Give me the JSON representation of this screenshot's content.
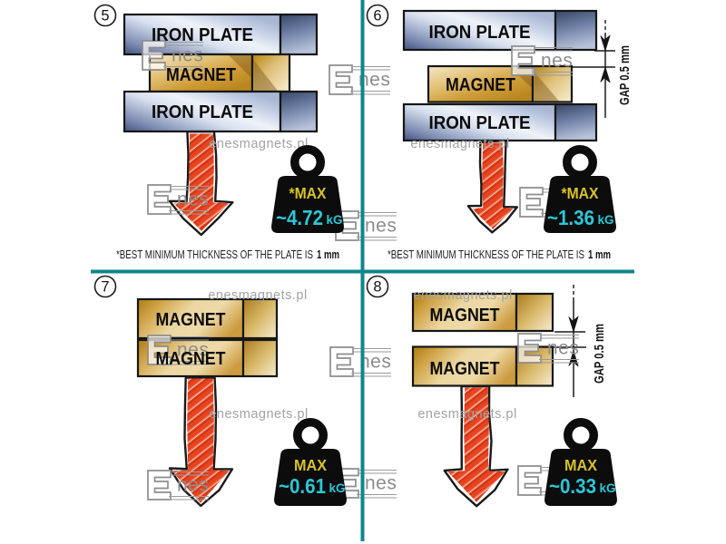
{
  "watermarks": {
    "brand_short": "nes",
    "site": "enesmagnets.pl"
  },
  "colors": {
    "divider_teal": "#0e868c",
    "arrow_red": "#e8431f",
    "max_label_yellow": "#d8c32a",
    "value_cyan": "#2cc6d8",
    "plate_steel_dark": "#46567f",
    "plate_steel_light": "#eef2f9",
    "magnet_gold": "#d8ad55",
    "magnet_cream": "#f3e7c5",
    "outline_black": "#161616",
    "watermark_gray": "#9a9a9a"
  },
  "quadrants": [
    {
      "number": "5",
      "bars": [
        "IRON PLATE",
        "MAGNET",
        "IRON PLATE"
      ],
      "weight": {
        "label": "*MAX",
        "value": "~4.72",
        "unit": "kG"
      },
      "caption": {
        "text": "*BEST MINIMUM THICKNESS OF THE PLATE IS",
        "bold": "1 mm"
      }
    },
    {
      "number": "6",
      "bars": [
        "IRON PLATE",
        "MAGNET",
        "IRON PLATE"
      ],
      "gap_label": "GAP  0.5 mm",
      "weight": {
        "label": "*MAX",
        "value": "~1.36",
        "unit": "kG"
      },
      "caption": {
        "text": "*BEST MINIMUM THICKNESS OF THE PLATE IS",
        "bold": "1 mm"
      }
    },
    {
      "number": "7",
      "bars": [
        "MAGNET",
        "MAGNET"
      ],
      "weight": {
        "label": "MAX",
        "value": "~0.61",
        "unit": "kG"
      }
    },
    {
      "number": "8",
      "bars": [
        "MAGNET",
        "MAGNET"
      ],
      "gap_label": "GAP  0.5 mm",
      "weight": {
        "label": "MAX",
        "value": "~0.33",
        "unit": "kG"
      }
    }
  ]
}
